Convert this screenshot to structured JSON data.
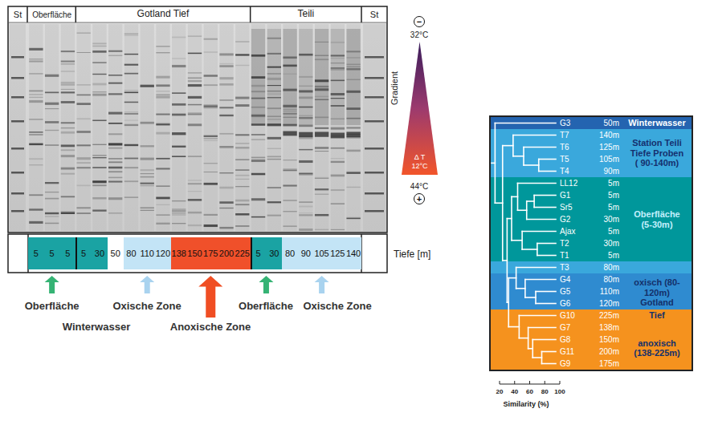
{
  "diagram": {
    "nodes": [
      {
        "text": [
          "5",
          "5",
          "5"
        ]
      },
      {
        "text": [
          "5",
          "30"
        ]
      },
      {
        "text": [
          "50"
        ]
      },
      {
        "text": [
          "80",
          "110",
          "120"
        ]
      },
      {
        "text": [
          "138",
          "150",
          "175",
          "200",
          "225"
        ]
      },
      {
        "text": [
          "5",
          "30"
        ]
      },
      {
        "text": [
          "80",
          "90",
          "105",
          "125",
          "140"
        ]
      },
      {
        "text": [
          "−"
        ]
      },
      {
        "text": [
          "Δ T 12°C"
        ]
      },
      {
        "text": [
          "+"
        ]
      },
      {
        "text": [
          "G3",
          "50m",
          "Winterwasser"
        ]
      },
      {
        "text": [
          "T7",
          "140m",
          "T6",
          "125m",
          "T5",
          "105m",
          "T4",
          "90m",
          "Station Teili Tiefe Proben ( 90-140m)"
        ]
      },
      {
        "text": [
          "LL12",
          "5m",
          "G1",
          "5m",
          "Sr5",
          "5m",
          "G2",
          "30m",
          "Ajax",
          "5m",
          "T2",
          "30m",
          "T1",
          "5m",
          "Oberfläche (5-30m)"
        ]
      },
      {
        "text": [
          "T3",
          "80m"
        ]
      },
      {
        "text": [
          "G4",
          "80m",
          "G5",
          "110m",
          "G6",
          "120m",
          "oxisch (80-120m)",
          "Gotland"
        ]
      },
      {
        "text": [
          "G10",
          "225m",
          "G7",
          "138m",
          "G8",
          "150m",
          "G11",
          "200m",
          "G9",
          "175m",
          "Tief",
          "anoxisch (138-225m)"
        ]
      }
    ],
    "labels": [
      "St",
      "Oberfläche",
      "Gotland Tief",
      "Teili",
      "St",
      "Tiefe [m]",
      "Oberfläche",
      "Oxische Zone",
      "Winterwasser",
      "Anoxische Zone",
      "Oberfläche",
      "Oxische Zone",
      "32°C",
      "Gradient",
      "44°C",
      "20",
      "40",
      "60",
      "80",
      "100",
      "Similarity (%)"
    ]
  }
}
